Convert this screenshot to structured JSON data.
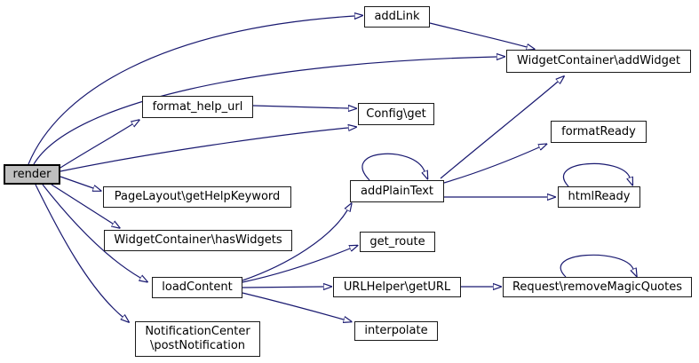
{
  "diagram": {
    "type": "call-graph",
    "colors": {
      "background": "#ffffff",
      "edge": "#191970",
      "node_border": "#000000",
      "node_fill": "#ffffff",
      "current_node_fill": "#bfbfbf"
    },
    "nodes": [
      {
        "id": "render",
        "label": "render",
        "current": true
      },
      {
        "id": "addLink",
        "label": "addLink"
      },
      {
        "id": "widgetcontainer-addwidget",
        "label": "WidgetContainer\\addWidget"
      },
      {
        "id": "format-help-url",
        "label": "format_help_url"
      },
      {
        "id": "config-get",
        "label": "Config\\get"
      },
      {
        "id": "formatReady",
        "label": "formatReady"
      },
      {
        "id": "addPlainText",
        "label": "addPlainText"
      },
      {
        "id": "htmlReady",
        "label": "htmlReady"
      },
      {
        "id": "pagelayout-gethelpkeyword",
        "label": "PageLayout\\getHelpKeyword"
      },
      {
        "id": "widgetcontainer-haswidgets",
        "label": "WidgetContainer\\hasWidgets"
      },
      {
        "id": "get-route",
        "label": "get_route"
      },
      {
        "id": "loadContent",
        "label": "loadContent"
      },
      {
        "id": "urlhelper-geturl",
        "label": "URLHelper\\getURL"
      },
      {
        "id": "request-removemagicquotes",
        "label": "Request\\removeMagicQuotes"
      },
      {
        "id": "interpolate",
        "label": "interpolate"
      },
      {
        "id": "notificationcenter-postnotification",
        "label_line1": "NotificationCenter",
        "label_line2": "\\postNotification"
      }
    ],
    "edges": [
      {
        "from": "render",
        "to": "addLink"
      },
      {
        "from": "render",
        "to": "WidgetContainer\\addWidget"
      },
      {
        "from": "render",
        "to": "format_help_url"
      },
      {
        "from": "render",
        "to": "Config\\get"
      },
      {
        "from": "render",
        "to": "PageLayout\\getHelpKeyword"
      },
      {
        "from": "render",
        "to": "WidgetContainer\\hasWidgets"
      },
      {
        "from": "render",
        "to": "loadContent"
      },
      {
        "from": "render",
        "to": "NotificationCenter\\postNotification"
      },
      {
        "from": "addLink",
        "to": "WidgetContainer\\addWidget"
      },
      {
        "from": "format_help_url",
        "to": "Config\\get"
      },
      {
        "from": "addPlainText",
        "to": "WidgetContainer\\addWidget"
      },
      {
        "from": "addPlainText",
        "to": "formatReady"
      },
      {
        "from": "addPlainText",
        "to": "htmlReady"
      },
      {
        "from": "addPlainText",
        "to": "addPlainText"
      },
      {
        "from": "htmlReady",
        "to": "htmlReady"
      },
      {
        "from": "loadContent",
        "to": "addPlainText"
      },
      {
        "from": "loadContent",
        "to": "get_route"
      },
      {
        "from": "loadContent",
        "to": "URLHelper\\getURL"
      },
      {
        "from": "loadContent",
        "to": "interpolate"
      },
      {
        "from": "URLHelper\\getURL",
        "to": "Request\\removeMagicQuotes"
      },
      {
        "from": "Request\\removeMagicQuotes",
        "to": "Request\\removeMagicQuotes"
      }
    ]
  }
}
